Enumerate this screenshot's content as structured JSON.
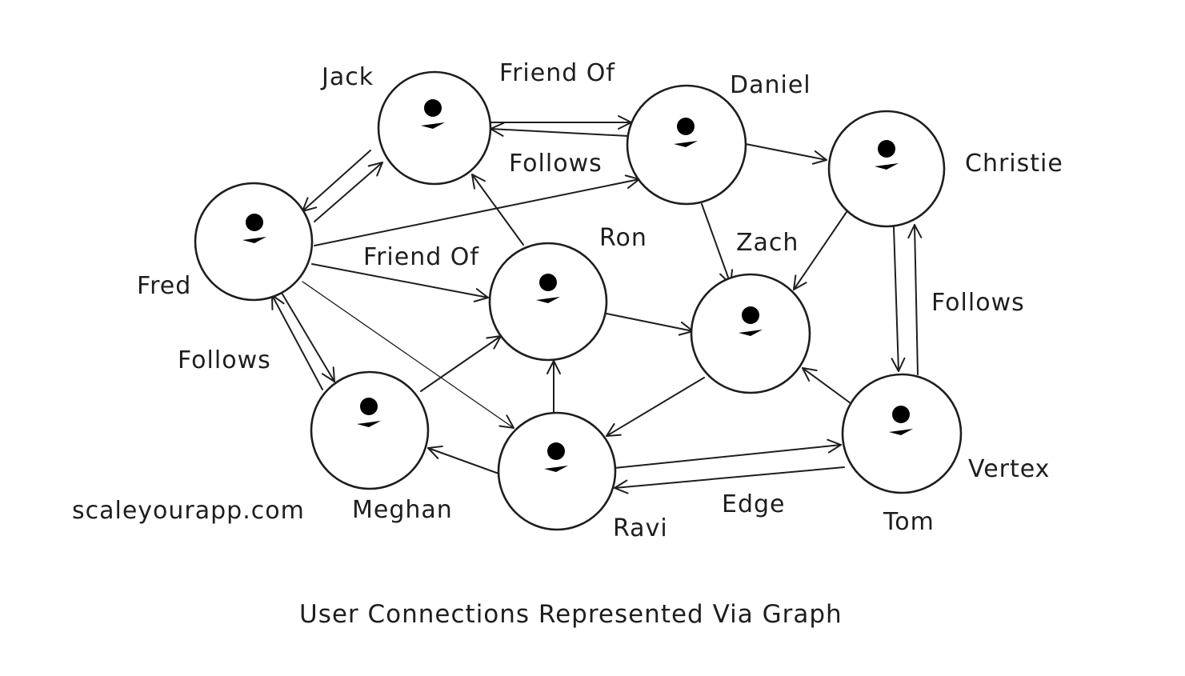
{
  "diagram": {
    "caption": "User Connections Represented Via Graph",
    "watermark": "scaleyourapp.com",
    "colors": {
      "ink": "#1e1e1e",
      "background": "#ffffff"
    },
    "node_names": {
      "jack": "Jack",
      "daniel": "Daniel",
      "christie": "Christie",
      "fred": "Fred",
      "ron": "Ron",
      "zach": "Zach",
      "meghan": "Meghan",
      "ravi": "Ravi",
      "tom": "Tom"
    },
    "edge_labels": {
      "friend_of_top": "Friend Of",
      "follows_top": "Follows",
      "friend_of_mid": "Friend Of",
      "follows_left": "Follows",
      "follows_right": "Follows",
      "edge": "Edge",
      "vertex": "Vertex"
    },
    "node_icon": "stick-figure-user-icon"
  }
}
